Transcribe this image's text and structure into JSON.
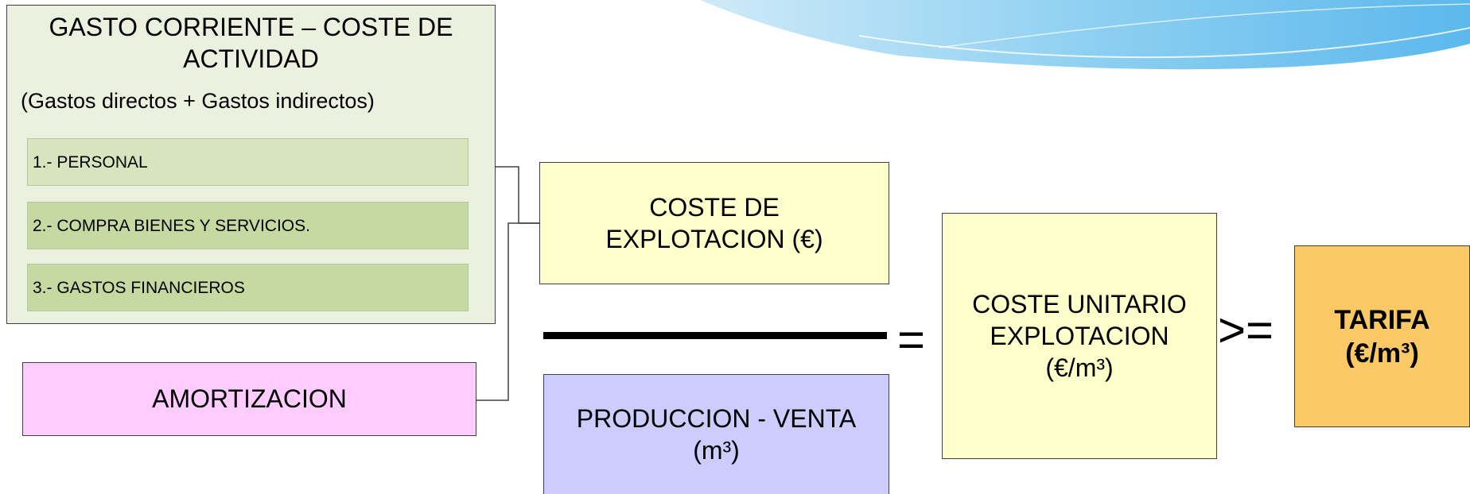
{
  "gasto": {
    "title": "GASTO CORRIENTE – COSTE DE ACTIVIDAD",
    "subtitle": "(Gastos directos + Gastos indirectos)",
    "items": [
      {
        "label": "1.- PERSONAL"
      },
      {
        "label": "2.- COMPRA  BIENES Y SERVICIOS."
      },
      {
        "label": "3.- GASTOS FINANCIEROS"
      }
    ]
  },
  "amortizacion": {
    "label": "AMORTIZACION"
  },
  "coste_explotacion": {
    "line1": "COSTE DE",
    "line2": "EXPLOTACION (€)"
  },
  "produccion": {
    "line1": "PRODUCCION - VENTA",
    "line2": "(m³)"
  },
  "coste_unitario": {
    "line1": "COSTE UNITARIO",
    "line2": "EXPLOTACION",
    "line3": "(€/m³)"
  },
  "tarifa": {
    "line1": "TARIFA",
    "line2": "(€/m³)"
  },
  "operators": {
    "equals": "=",
    "greater_equal": ">="
  },
  "colors": {
    "gasto_bg": "#ebf1de",
    "item_bg": "#c6d9a0",
    "amortizacion_bg": "#ffccff",
    "coste_bg": "#ffffcc",
    "produccion_bg": "#ccccff",
    "tarifa_bg": "#fac864"
  }
}
